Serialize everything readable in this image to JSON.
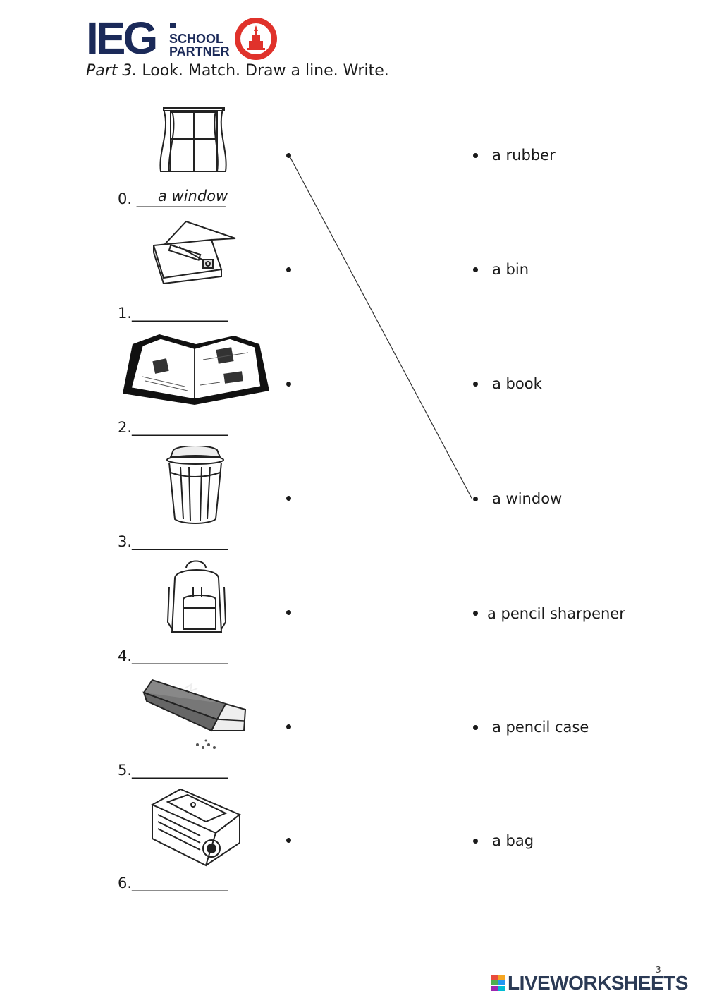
{
  "header": {
    "logo_text": "IEG",
    "logo_line1": "SCHOOL",
    "logo_line2": "PARTNER",
    "instruction_part": "Part 3.",
    "instruction_text": " Look. Match. Draw a line. Write."
  },
  "items": [
    {
      "number": "0.",
      "blank": "____________",
      "picture": "window-icon"
    },
    {
      "number": "1.",
      "blank": "_____________",
      "picture": "pencil-case-icon"
    },
    {
      "number": "2.",
      "blank": "_____________",
      "picture": "book-icon"
    },
    {
      "number": "3.",
      "blank": "_____________",
      "picture": "bin-icon"
    },
    {
      "number": "4.",
      "blank": "_____________",
      "picture": "bag-icon"
    },
    {
      "number": "5.",
      "blank": "_____________",
      "picture": "rubber-icon"
    },
    {
      "number": "6.",
      "blank": "_____________",
      "picture": "pencil-sharpener-icon"
    }
  ],
  "example_answer": "a window",
  "words": [
    "a rubber",
    "a bin",
    "a book",
    "a window",
    "a pencil sharpener",
    "a pencil case",
    "a bag"
  ],
  "example_match": {
    "from_item": 0,
    "to_word": 3
  },
  "footer": {
    "brand": "LIVEWORKSHEETS",
    "page_number": "3"
  },
  "colors": {
    "brand_navy": "#1b2a59",
    "seal_red": "#e0322b",
    "text": "#1a1a1a"
  }
}
